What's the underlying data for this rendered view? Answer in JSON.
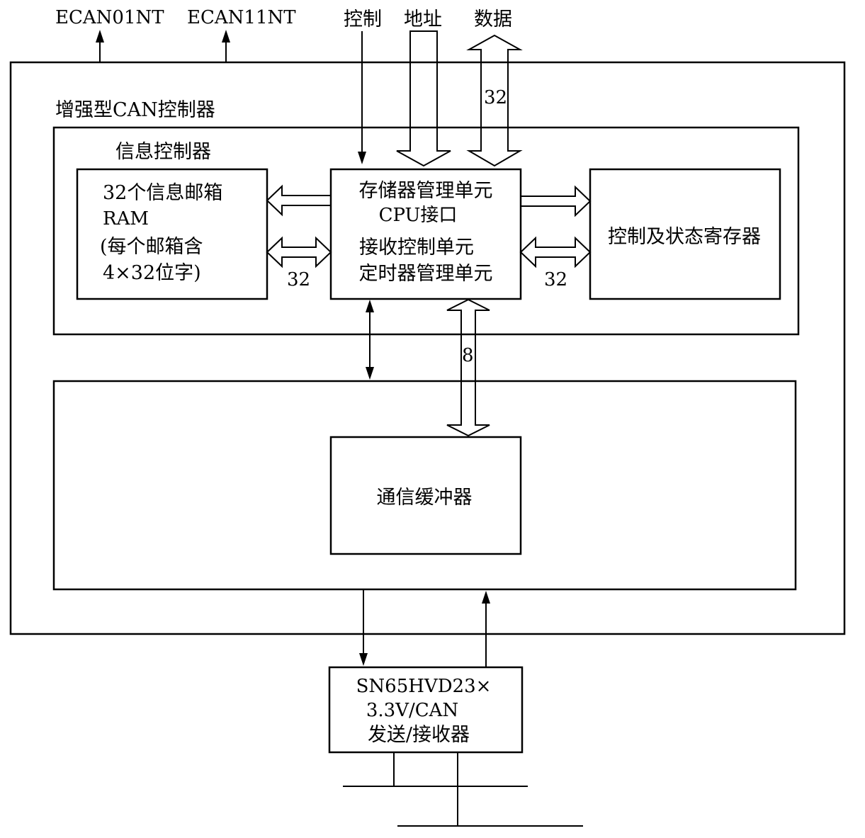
{
  "signals": {
    "int0": "ECAN01NT",
    "int1": "ECAN11NT",
    "control": "控制",
    "address": "地址",
    "data": "数据"
  },
  "ecan": {
    "title": "增强型CAN控制器"
  },
  "message_controller": {
    "title": "信息控制器",
    "mailbox": {
      "lines": [
        "32个信息邮箱",
        "RAM",
        "(每个邮箱含",
        "4×32位字)"
      ]
    },
    "mmu": {
      "lines": [
        "存储器管理单元",
        "CPU接口",
        "接收控制单元",
        "定时器管理单元"
      ]
    },
    "status_registers": {
      "label": "控制及状态寄存器"
    }
  },
  "bus_widths": {
    "data_bus": "32",
    "mailbox_bus": "32",
    "register_bus": "32",
    "buffer_bus": "8"
  },
  "comm_buffer": {
    "label": "通信缓冲器"
  },
  "transceiver": {
    "lines": [
      "SN65HVD23×",
      "3.3V/CAN",
      "发送/接收器"
    ]
  }
}
